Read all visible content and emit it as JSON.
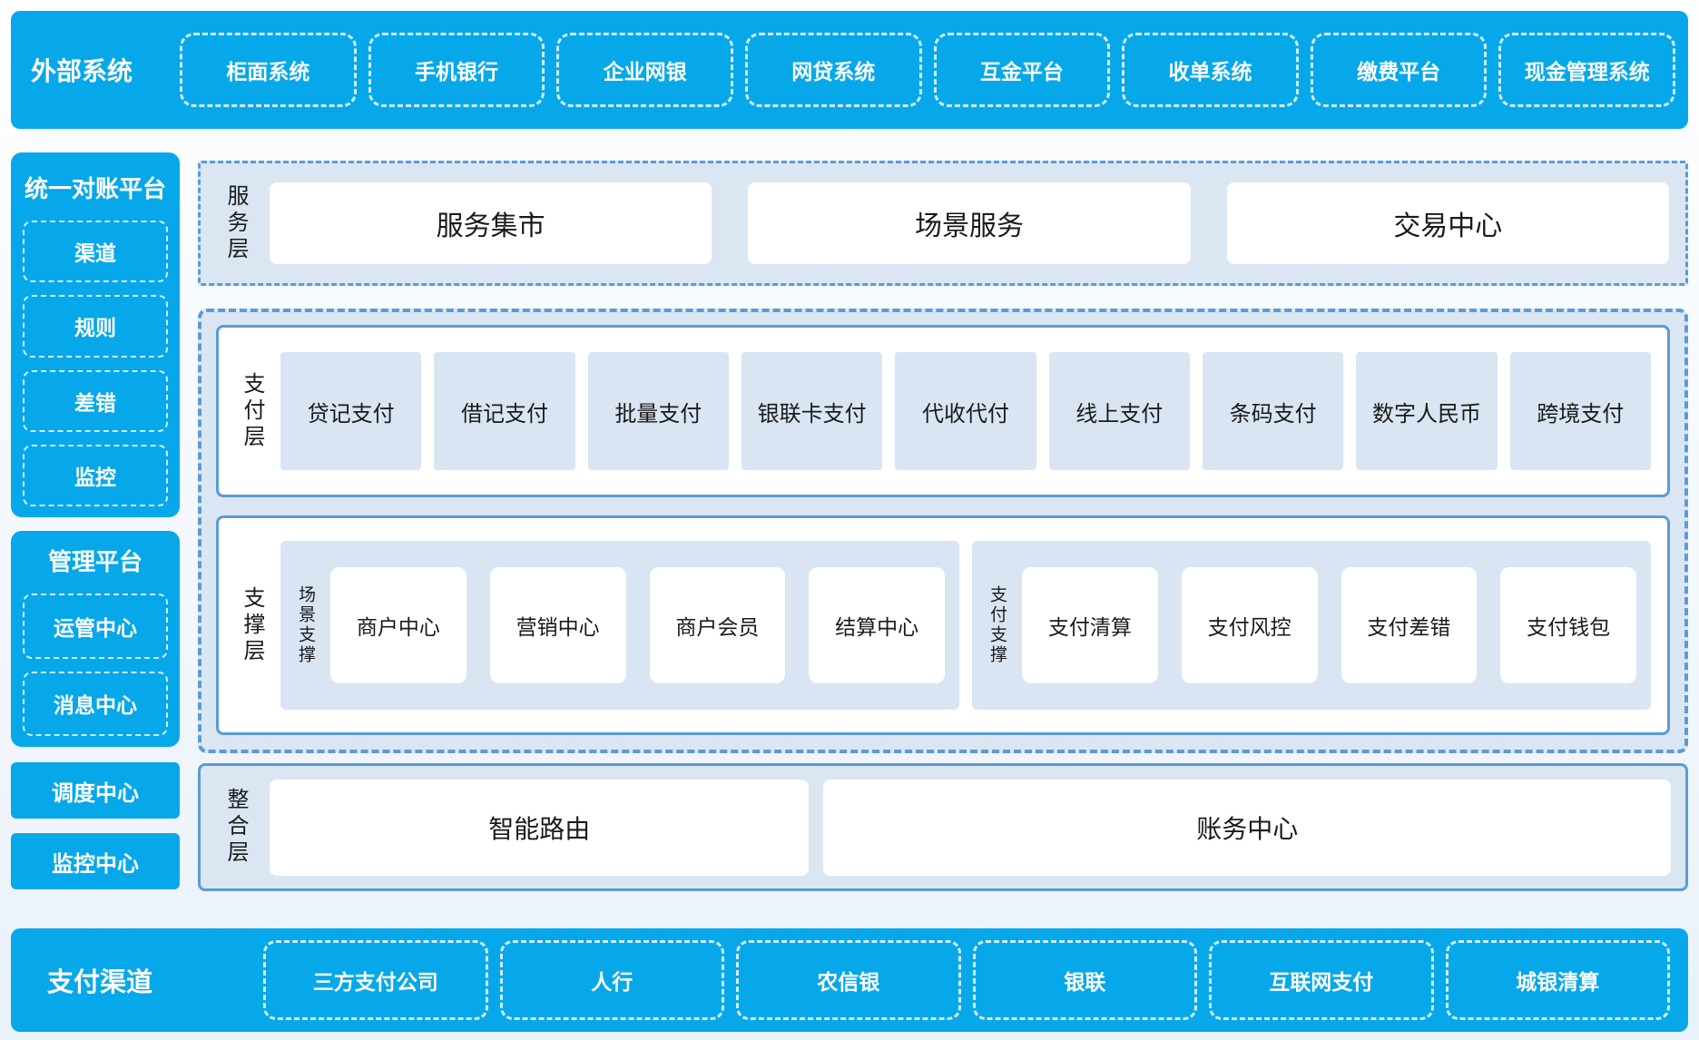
{
  "colors": {
    "accent": "#07a8e9",
    "panel_bg": "#dbe6f3",
    "tile_bg": "#d9e5f3",
    "border_blue": "#5b9bd5",
    "text_dark": "#1a1a1a"
  },
  "top_bar": {
    "title": "外部系统",
    "items": [
      "柜面系统",
      "手机银行",
      "企业网银",
      "网贷系统",
      "互金平台",
      "收单系统",
      "缴费平台",
      "现金管理系统"
    ]
  },
  "sidebar": {
    "recon_platform": {
      "title": "统一对账平台",
      "items": [
        "渠道",
        "规则",
        "差错",
        "监控"
      ]
    },
    "management_platform": {
      "title": "管理平台",
      "items": [
        "运管中心",
        "消息中心"
      ]
    },
    "standalone_items": [
      "调度中心",
      "监控中心"
    ]
  },
  "service_layer": {
    "label": "服务层",
    "cards": [
      "服务集市",
      "场景服务",
      "交易中心"
    ]
  },
  "payment_layer": {
    "label": "支付层",
    "items": [
      "贷记支付",
      "借记支付",
      "批量支付",
      "银联卡支付",
      "代收代付",
      "线上支付",
      "条码支付",
      "数字人民币",
      "跨境支付"
    ]
  },
  "support_layer": {
    "label": "支撑层",
    "groups": [
      {
        "label": "场景支撑",
        "items": [
          "商户中心",
          "营销中心",
          "商户会员",
          "结算中心"
        ]
      },
      {
        "label": "支付支撑",
        "items": [
          "支付清算",
          "支付风控",
          "支付差错",
          "支付钱包"
        ]
      }
    ]
  },
  "integration_layer": {
    "label": "整合层",
    "cards": [
      "智能路由",
      "账务中心"
    ]
  },
  "bottom_bar": {
    "title": "支付渠道",
    "items": [
      "三方支付公司",
      "人行",
      "农信银",
      "银联",
      "互联网支付",
      "城银清算"
    ]
  }
}
